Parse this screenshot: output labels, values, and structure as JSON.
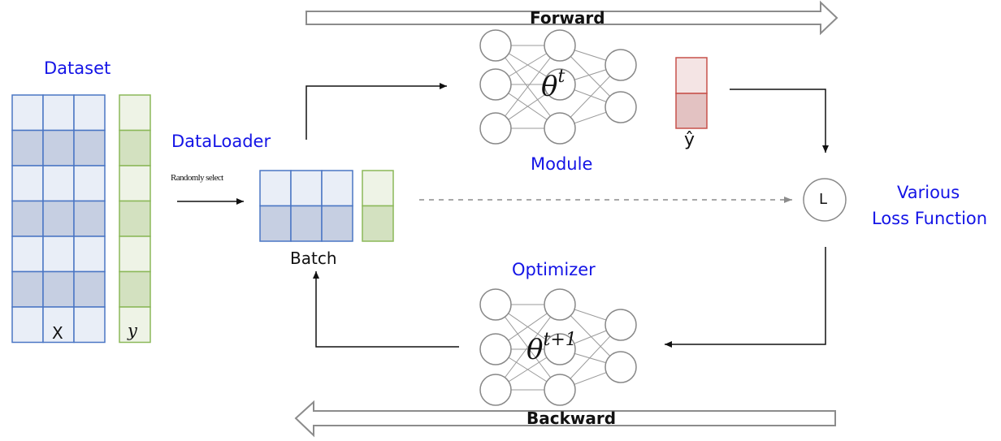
{
  "labels": {
    "forward": "Forward",
    "backward": "Backward",
    "dataset": "Dataset",
    "dataloader": "DataLoader",
    "randomly_select": "Randomly select",
    "batch": "Batch",
    "module": "Module",
    "optimizer": "Optimizer",
    "loss_line1": "Various",
    "loss_line2": "Loss Function",
    "loss_node": "L",
    "x_label": "X",
    "y_label": "y",
    "y_hat": "ŷ",
    "theta_t_base": "θ",
    "theta_t_sup": "t",
    "theta_t1_base": "θ",
    "theta_t1_sup": "t+1"
  },
  "colors": {
    "label_blue": "#1414e6",
    "feature_blue": "#4a76c4",
    "feature_light": "#e9eef7",
    "feature_dark": "#c6cfe2",
    "label_green": "#8bb859",
    "green_light": "#eef3e6",
    "green_dark": "#d3e1c0",
    "pred_red": "#c7514b",
    "pred_light": "#f4e4e4",
    "pred_dark": "#e3c2c2",
    "node_gray": "#888888",
    "arrow_outline": "#8c8c8c"
  },
  "network": {
    "layers": [
      3,
      3,
      2
    ]
  },
  "dataset": {
    "rows": 7,
    "feature_cols": 3
  },
  "batch": {
    "rows": 2,
    "feature_cols": 3
  }
}
